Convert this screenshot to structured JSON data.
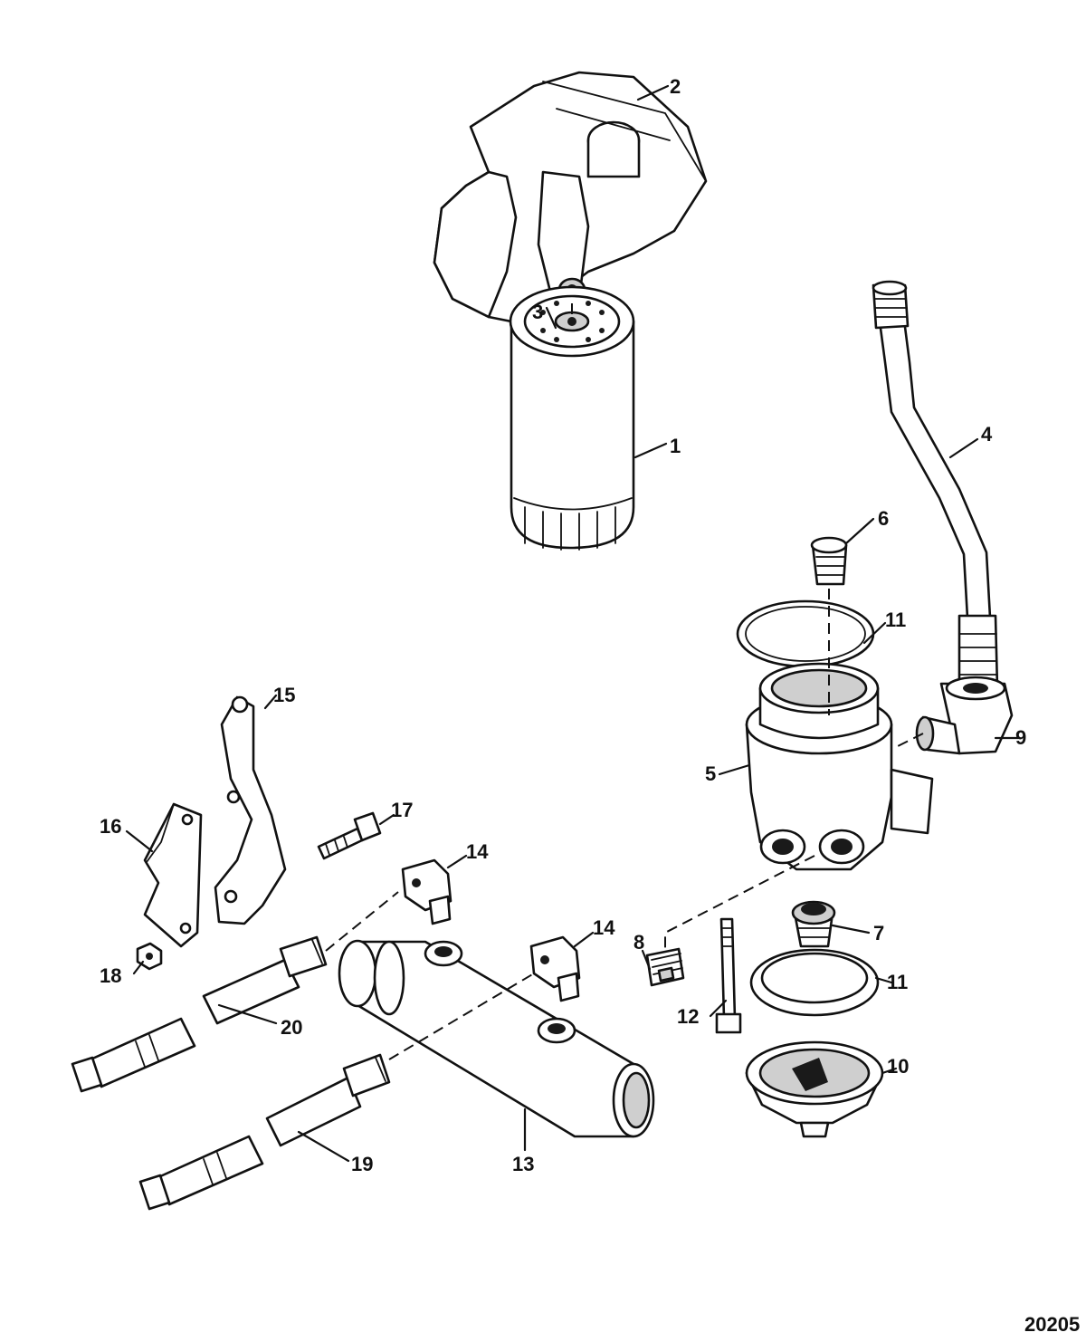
{
  "diagram": {
    "figure_number": "20205",
    "callouts": [
      {
        "id": "1",
        "label": "1"
      },
      {
        "id": "2",
        "label": "2"
      },
      {
        "id": "3",
        "label": "3"
      },
      {
        "id": "4",
        "label": "4"
      },
      {
        "id": "5",
        "label": "5"
      },
      {
        "id": "6",
        "label": "6"
      },
      {
        "id": "7",
        "label": "7"
      },
      {
        "id": "8",
        "label": "8"
      },
      {
        "id": "9",
        "label": "9"
      },
      {
        "id": "10",
        "label": "10"
      },
      {
        "id": "11a",
        "label": "11"
      },
      {
        "id": "11b",
        "label": "11"
      },
      {
        "id": "12",
        "label": "12"
      },
      {
        "id": "13",
        "label": "13"
      },
      {
        "id": "14a",
        "label": "14"
      },
      {
        "id": "14b",
        "label": "14"
      },
      {
        "id": "15",
        "label": "15"
      },
      {
        "id": "16",
        "label": "16"
      },
      {
        "id": "17",
        "label": "17"
      },
      {
        "id": "18",
        "label": "18"
      },
      {
        "id": "19",
        "label": "19"
      },
      {
        "id": "20",
        "label": "20"
      }
    ]
  }
}
